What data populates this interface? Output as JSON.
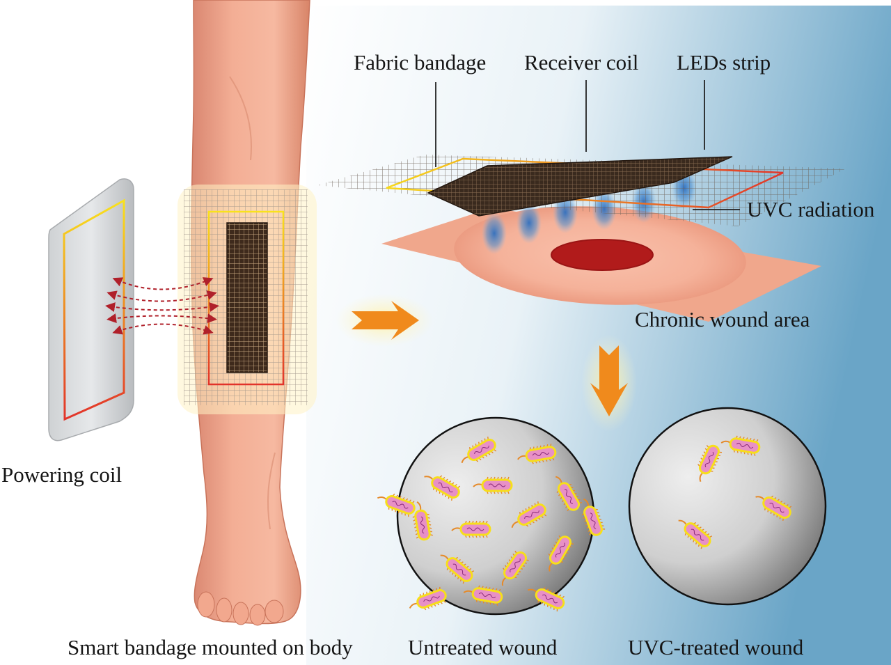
{
  "labels": {
    "fabric_bandage": "Fabric bandage",
    "receiver_coil": "Receiver coil",
    "leds_strip": "LEDs strip",
    "uvc_radiation": "UVC radiation",
    "chronic_wound_area": "Chronic wound area",
    "powering_coil": "Powering coil",
    "smart_bandage": "Smart bandage mounted on body",
    "untreated_wound": "Untreated wound",
    "uvc_treated_wound": "UVC-treated wound"
  },
  "colors": {
    "skin": "#f2a68c",
    "skin_shade": "#d9826b",
    "bg_gradient_start": "#ffffff",
    "bg_gradient_end": "#6aa5c7",
    "arrow": "#f08a1c",
    "coil_yellow": "#f7d21a",
    "coil_red": "#e0342a",
    "led_strip": "#3a2a1e",
    "uvc_glow": "#3f7fc0",
    "wound_pad": "#f2a98e",
    "wound_core": "#b01c1c",
    "field_lines": "#b0202a",
    "bacteria_body": "#e890c6",
    "bacteria_outline": "#f7df1a",
    "bacteria_flagella": "#e58a2a"
  },
  "bacteria": {
    "untreated_count": 16,
    "treated_count": 4
  }
}
